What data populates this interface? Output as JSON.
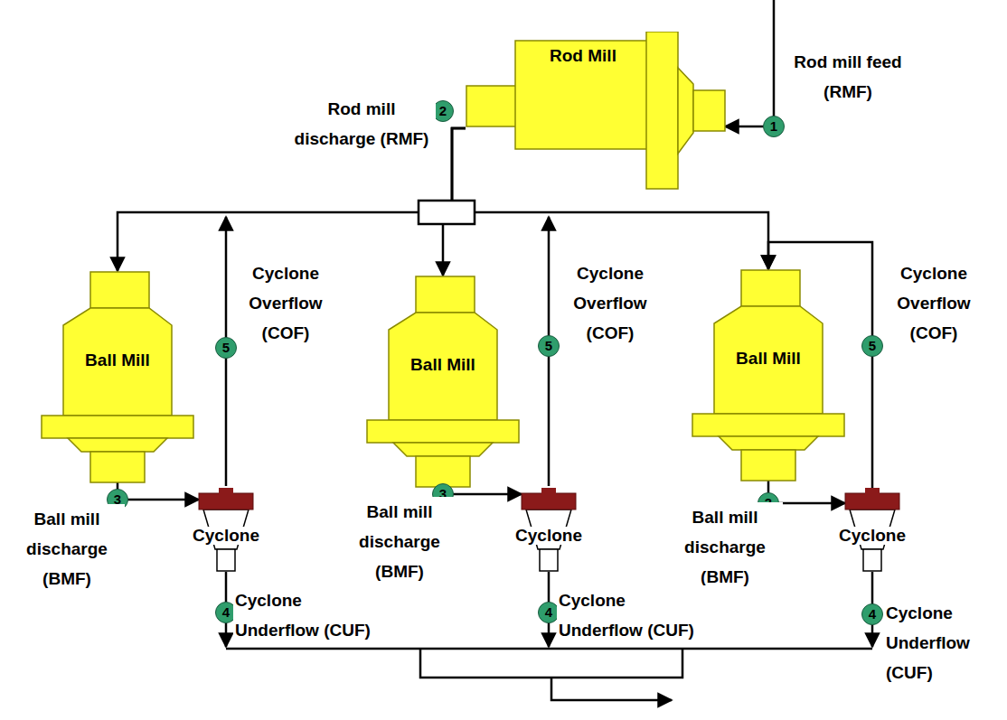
{
  "diagram": {
    "nodes": [
      {
        "text": [
          "Rod Mill"
        ]
      },
      {
        "text": [
          "Ball Mill"
        ]
      },
      {
        "text": [
          "Cyclone"
        ]
      },
      {
        "text": [
          "Ball Mill"
        ]
      },
      {
        "text": [
          "Cyclone"
        ]
      },
      {
        "text": [
          "Ball Mill"
        ]
      },
      {
        "text": [
          "Cyclone"
        ]
      }
    ],
    "edges": [
      {
        "from": 0,
        "to": 1,
        "arrow": "to"
      },
      {
        "from": 0,
        "to": 3,
        "arrow": "to"
      },
      {
        "from": 0,
        "to": 5,
        "arrow": "to"
      },
      {
        "from": 1,
        "to": 2,
        "arrow": "to"
      },
      {
        "from": 3,
        "to": 4,
        "arrow": "to"
      },
      {
        "from": 5,
        "to": 6,
        "arrow": "to"
      },
      {
        "from": 6,
        "to": 5,
        "arrow": "to"
      }
    ],
    "labels": [
      "Rod mill feed (RMF)",
      "1",
      "2",
      "Rod mill discharge (RMF)",
      "Cyclone Overflow (COF)",
      "5",
      "Cyclone Overflow (COF)",
      "5",
      "Cyclone Overflow (COF)",
      "5",
      "3",
      "Ball mill discharge (BMF)",
      "3",
      "Ball mill discharge (BMF)",
      "3",
      "Ball mill discharge (BMF)",
      "4",
      "Cyclone Underflow (CUF)",
      "4",
      "Cyclone Underflow (CUF)",
      "4",
      "Cyclone Underflow (CUF)"
    ]
  }
}
